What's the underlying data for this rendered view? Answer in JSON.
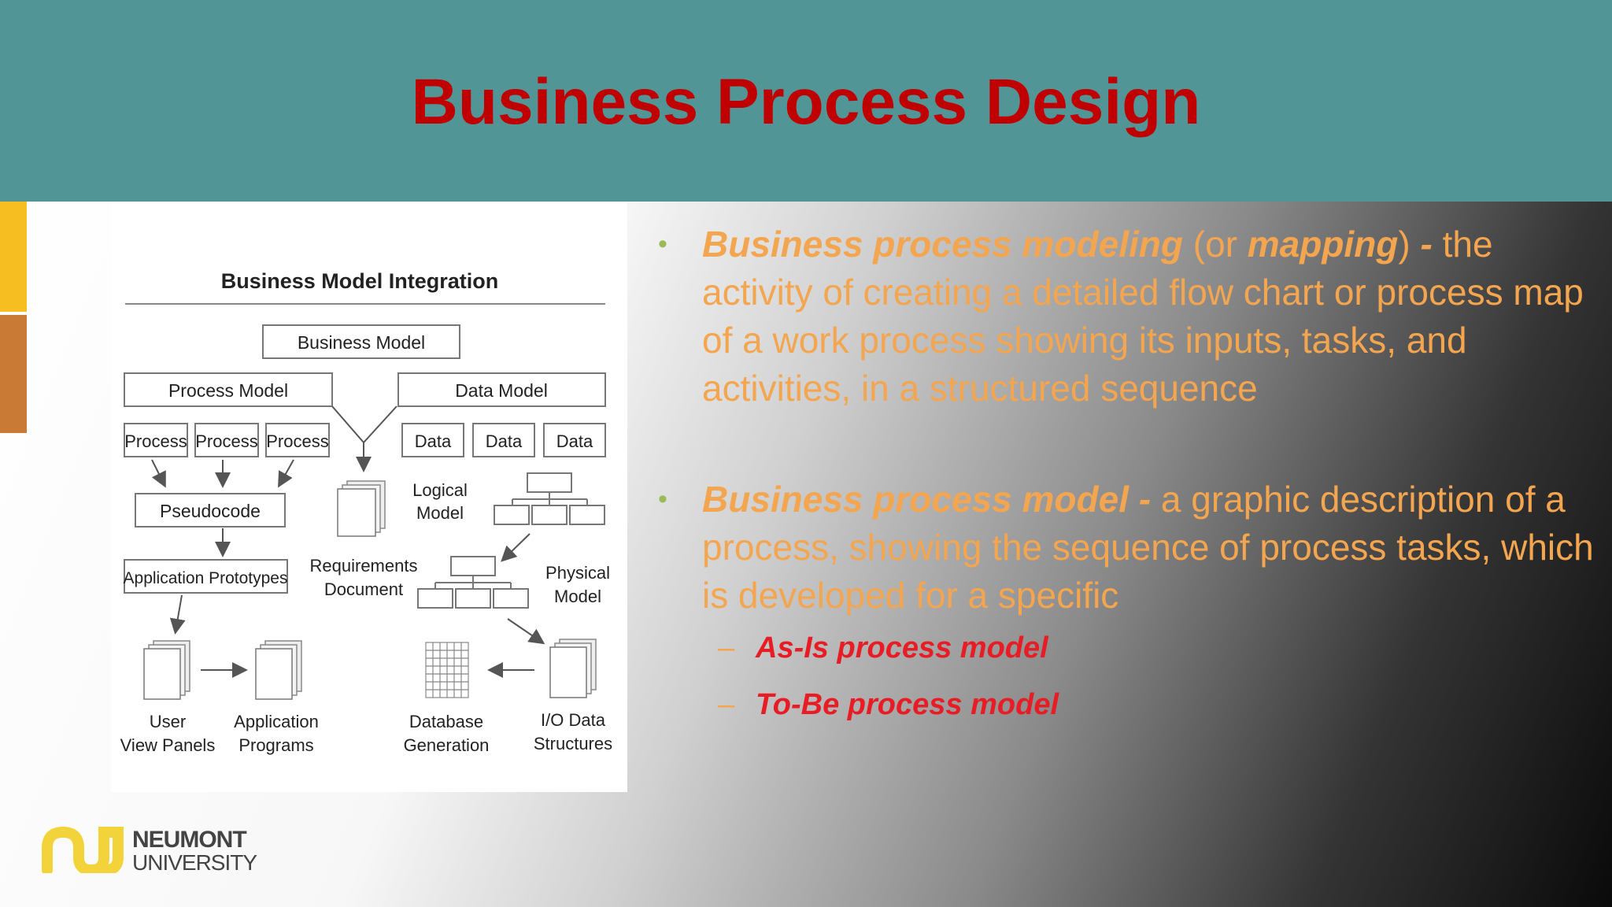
{
  "slide": {
    "title": "Business Process Design"
  },
  "diagram": {
    "heading": "Business Model Integration",
    "business_model": "Business Model",
    "process_model": "Process Model",
    "data_model": "Data Model",
    "process_labels": [
      "Process",
      "Process",
      "Process"
    ],
    "data_labels": [
      "Data",
      "Data",
      "Data"
    ],
    "pseudocode": "Pseudocode",
    "app_prototypes": "Application Prototypes",
    "requirements_1": "Requirements",
    "requirements_2": "Document",
    "logical_1": "Logical",
    "logical_2": "Model",
    "physical_1": "Physical",
    "physical_2": "Model",
    "user_1": "User",
    "user_2": "View Panels",
    "apps_1": "Application",
    "apps_2": "Programs",
    "db_1": "Database",
    "db_2": "Generation",
    "io_1": "I/O Data",
    "io_2": "Structures"
  },
  "bullets": {
    "b1_term": "Business process modeling",
    "b1_or": " (or ",
    "b1_term2": "mapping",
    "b1_close": ") ",
    "b1_dash": "-",
    "b1_text": " the activity of creating a detailed flow chart or process map of a work process showing its inputs, tasks, and activities, in a structured sequence",
    "b2_term": "Business process model -",
    "b2_text": " a graphic description of a process, showing the sequence of process tasks, which is developed for a specific",
    "sub_items": [
      "As-Is process model",
      "To-Be process model"
    ],
    "sub_dash": "–",
    "bullet_glyph": "•"
  },
  "logo": {
    "name_1": "NEUMONT",
    "name_2": "UNIVERSITY"
  },
  "colors": {
    "header_teal": "#519597",
    "title_red": "#c00000",
    "text_orange": "#f4a54f",
    "sub_red": "#e81c24",
    "bullet_green": "#9bbb59",
    "accent_yellow": "#f6be21",
    "accent_orange": "#c97a35"
  }
}
